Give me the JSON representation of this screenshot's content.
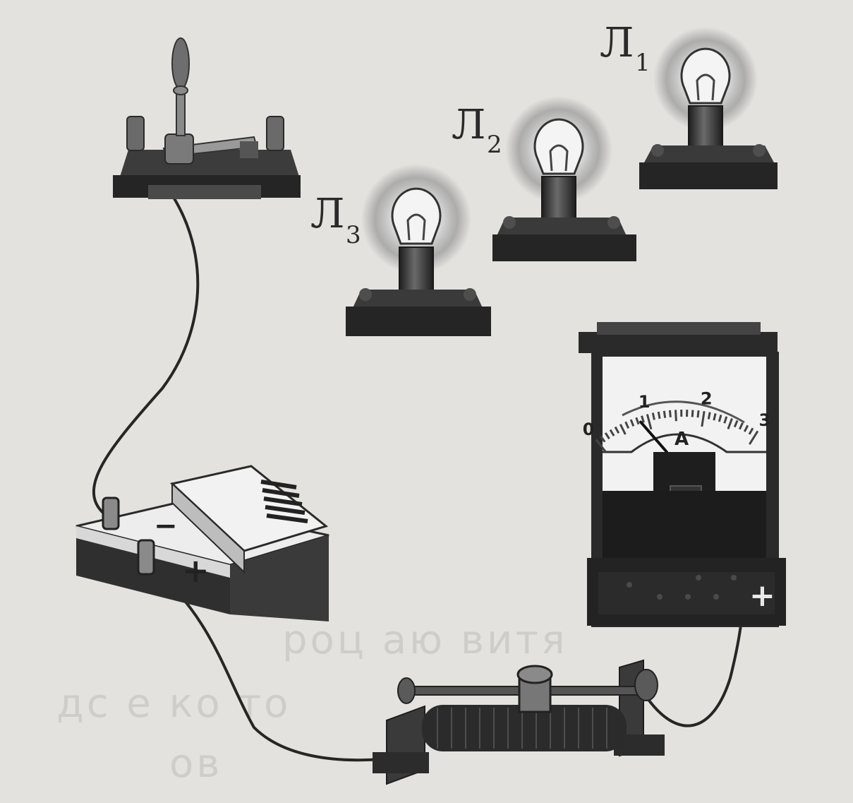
{
  "lamps": [
    {
      "id": "l1",
      "label": "Л",
      "sub": "1"
    },
    {
      "id": "l2",
      "label": "Л",
      "sub": "2"
    },
    {
      "id": "l3",
      "label": "Л",
      "sub": "3"
    }
  ],
  "ammeter": {
    "unit": "A",
    "scale_labels": [
      "0",
      "1",
      "2",
      "3"
    ],
    "scale_min": 0,
    "scale_max": 3,
    "reading": 0.85,
    "terminal_sign": "+"
  },
  "power_source": {
    "minus_sign": "−",
    "plus_sign": "+"
  },
  "colors": {
    "background": "#e4e2df",
    "device_dark": "#2a2a2a",
    "wire": "#262626",
    "glow": "#9a9a9a"
  }
}
